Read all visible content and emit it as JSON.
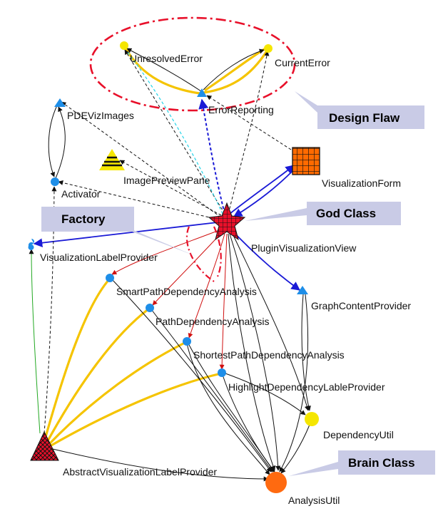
{
  "diagram": {
    "nodes": [
      {
        "id": "unresolved-error",
        "label": "UnresolvedError"
      },
      {
        "id": "current-error",
        "label": "CurrentError"
      },
      {
        "id": "error-reporting",
        "label": "ErrorReporting"
      },
      {
        "id": "pde-viz-images",
        "label": "PDEVizImages"
      },
      {
        "id": "image-preview-pane",
        "label": "ImagePreviewPane"
      },
      {
        "id": "visualization-form",
        "label": "VisualizationForm"
      },
      {
        "id": "activator",
        "label": "Activator"
      },
      {
        "id": "plugin-visualization-view",
        "label": "PluginVisualizationView"
      },
      {
        "id": "visualization-label-provider",
        "label": "VisualizationLabelProvider"
      },
      {
        "id": "smart-path-dependency-analysis",
        "label": "SmartPathDependencyAnalysis"
      },
      {
        "id": "graph-content-provider",
        "label": "GraphContentProvider"
      },
      {
        "id": "path-dependency-analysis",
        "label": "PathDependencyAnalysis"
      },
      {
        "id": "shortest-path-dependency-analysis",
        "label": "ShortestPathDependencyAnalysis"
      },
      {
        "id": "highlight-dependency-lable-provider",
        "label": "HighlightDependencyLableProvider"
      },
      {
        "id": "dependency-util",
        "label": "DependencyUtil"
      },
      {
        "id": "abstract-visualization-label-provider",
        "label": "AbstractVisualizationLabelProvider"
      },
      {
        "id": "analysis-util",
        "label": "AnalysisUtil"
      }
    ],
    "callouts": [
      {
        "id": "design-flaw",
        "label": "Design Flaw"
      },
      {
        "id": "god-class",
        "label": "God Class"
      },
      {
        "id": "factory",
        "label": "Factory"
      },
      {
        "id": "brain-class",
        "label": "Brain Class"
      }
    ],
    "colors": {
      "accent_red": "#e8102a",
      "yellow": "#f5c400",
      "blue_node": "#1e8ee8",
      "callout_bg": "#c9cbe6",
      "edge_blue": "#1a1ad6"
    }
  }
}
